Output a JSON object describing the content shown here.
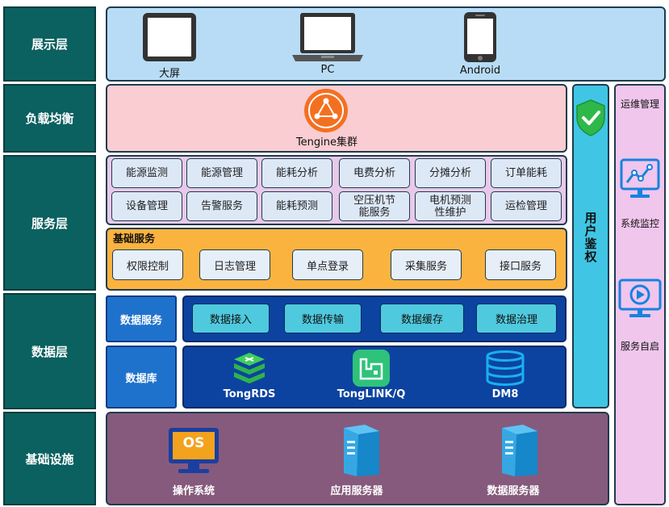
{
  "layers": [
    "展示层",
    "负载均衡",
    "服务层",
    "数据层",
    "基础设施"
  ],
  "display": {
    "devices": [
      "大屏",
      "PC",
      "Android"
    ]
  },
  "load_balance": {
    "label": "Tengine集群"
  },
  "services": {
    "row1": [
      "能源监测",
      "能源管理",
      "能耗分析",
      "电费分析",
      "分摊分析",
      "订单能耗"
    ],
    "row2": [
      "设备管理",
      "告警服务",
      "能耗预测",
      "空压机节能服务",
      "电机预测性维护",
      "运检管理"
    ],
    "base_title": "基础服务",
    "base": [
      "权限控制",
      "日志管理",
      "单点登录",
      "采集服务",
      "接口服务"
    ]
  },
  "data": {
    "service_label": "数据服务",
    "service_items": [
      "数据接入",
      "数据传输",
      "数据缓存",
      "数据治理"
    ],
    "db_label": "数据库",
    "db_items": [
      "TongRDS",
      "TongLINK/Q",
      "DM8"
    ]
  },
  "infra": {
    "items": [
      "操作系统",
      "应用服务器",
      "数据服务器"
    ],
    "os_icon_text": "OS"
  },
  "auth": {
    "label": "用户鉴权"
  },
  "ops": {
    "title": "运维管理",
    "monitor": "系统监控",
    "self_start": "服务自启"
  }
}
